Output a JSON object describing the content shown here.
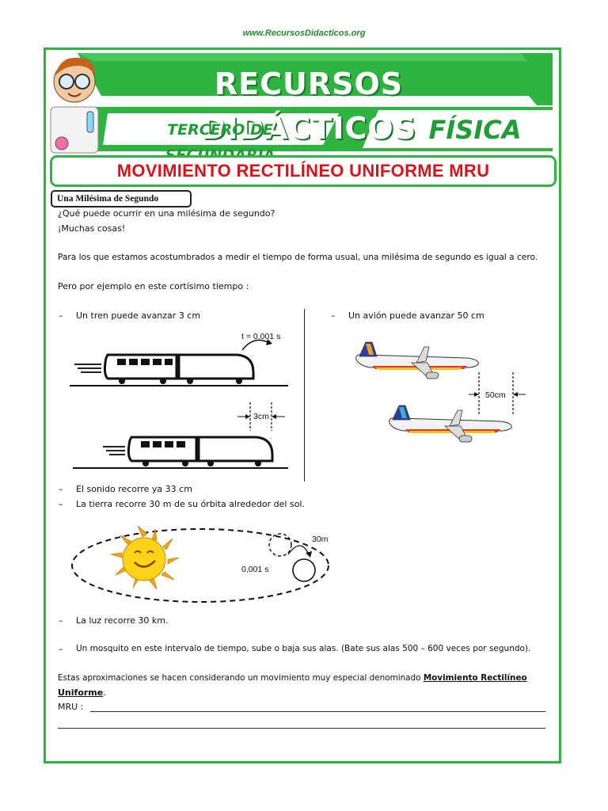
{
  "site_url": "www.RecursosDidacticos.org",
  "banner": {
    "title": "RECURSOS DIDÁCTICOS",
    "grade": "TERCERO DE SECUNDARIA",
    "subject": "FÍSICA"
  },
  "page_title": "MOVIMIENTO RECTILÍNEO UNIFORME MRU",
  "section_label": "Una Milésima de Segundo",
  "intro": {
    "line1": "¿Qué puede ocurrir en una milésima de segundo?",
    "line2": "¡Muchas cosas!",
    "paragraph": "Para los que estamos acostumbrados a medir el tiempo de forma usual, una milésima de segundo es igual a cero.",
    "example": "Pero por ejemplo en este cortísimo tiempo :"
  },
  "items": {
    "dash": "–",
    "train": "Un tren puede avanzar 3 cm",
    "plane": "Un avión puede avanzar 50 cm",
    "sound": "El sonido recorre ya 33 cm",
    "earth": "La  tierra recorre 30 m de su órbita alrededor del sol.",
    "light": "La luz recorre 30 km.",
    "mosquito": "Un mosquito en este intervalo de tiempo, sube o baja sus alas. (Bate sus alas 500 – 600 veces por segundo)."
  },
  "figure_labels": {
    "train_time": "t = 0,001 s",
    "train_distance": "3cm",
    "plane_distance": "50cm",
    "orbit_distance": "30m",
    "orbit_time": "0,001 s"
  },
  "closing": {
    "text_prefix": "Estas  aproximaciones  se  hacen  considerando  un  movimiento  muy  especial  denominado",
    "bold_term_1": "Movimiento  Rectilíneo",
    "bold_term_2": "Uniforme",
    "period": ".",
    "mru_label": "MRU :"
  },
  "colors": {
    "brand_green": "#2fb441",
    "title_red": "#d8141b"
  }
}
